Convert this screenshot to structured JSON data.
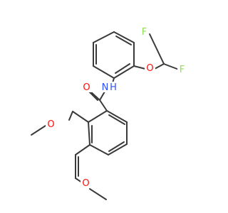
{
  "molecule": {
    "colors": {
      "bond": "#3a3a3a",
      "O": "#ff0d0d",
      "N": "#3050f8",
      "F": "#90e050"
    },
    "labels": {
      "F_top": "F",
      "F_right": "F",
      "O_ether": "O",
      "N_amide": "N",
      "H_amide": "H",
      "O_carbonyl": "O",
      "O_methoxy2": "O",
      "O_methoxy4": "O"
    }
  }
}
